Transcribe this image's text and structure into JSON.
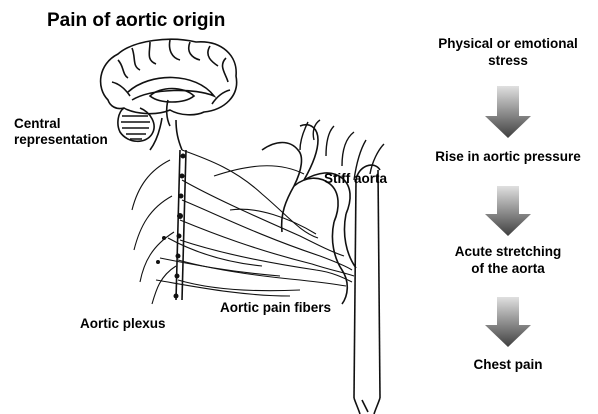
{
  "title": "Pain of aortic origin",
  "labels": {
    "central": [
      "Central",
      "representation"
    ],
    "stiff_aorta": "Stiff aorta",
    "aortic_plexus": "Aortic plexus",
    "pain_fibers": "Aortic pain fibers"
  },
  "flow": [
    [
      "Physical or emotional",
      "stress"
    ],
    [
      "Rise in aortic pressure"
    ],
    [
      "Acute stretching",
      "of the aorta"
    ],
    [
      "Chest pain"
    ]
  ],
  "colors": {
    "text": "#000000",
    "line": "#111111",
    "arrow_top": "#d9d9d9",
    "arrow_bottom": "#4a4a4a"
  }
}
